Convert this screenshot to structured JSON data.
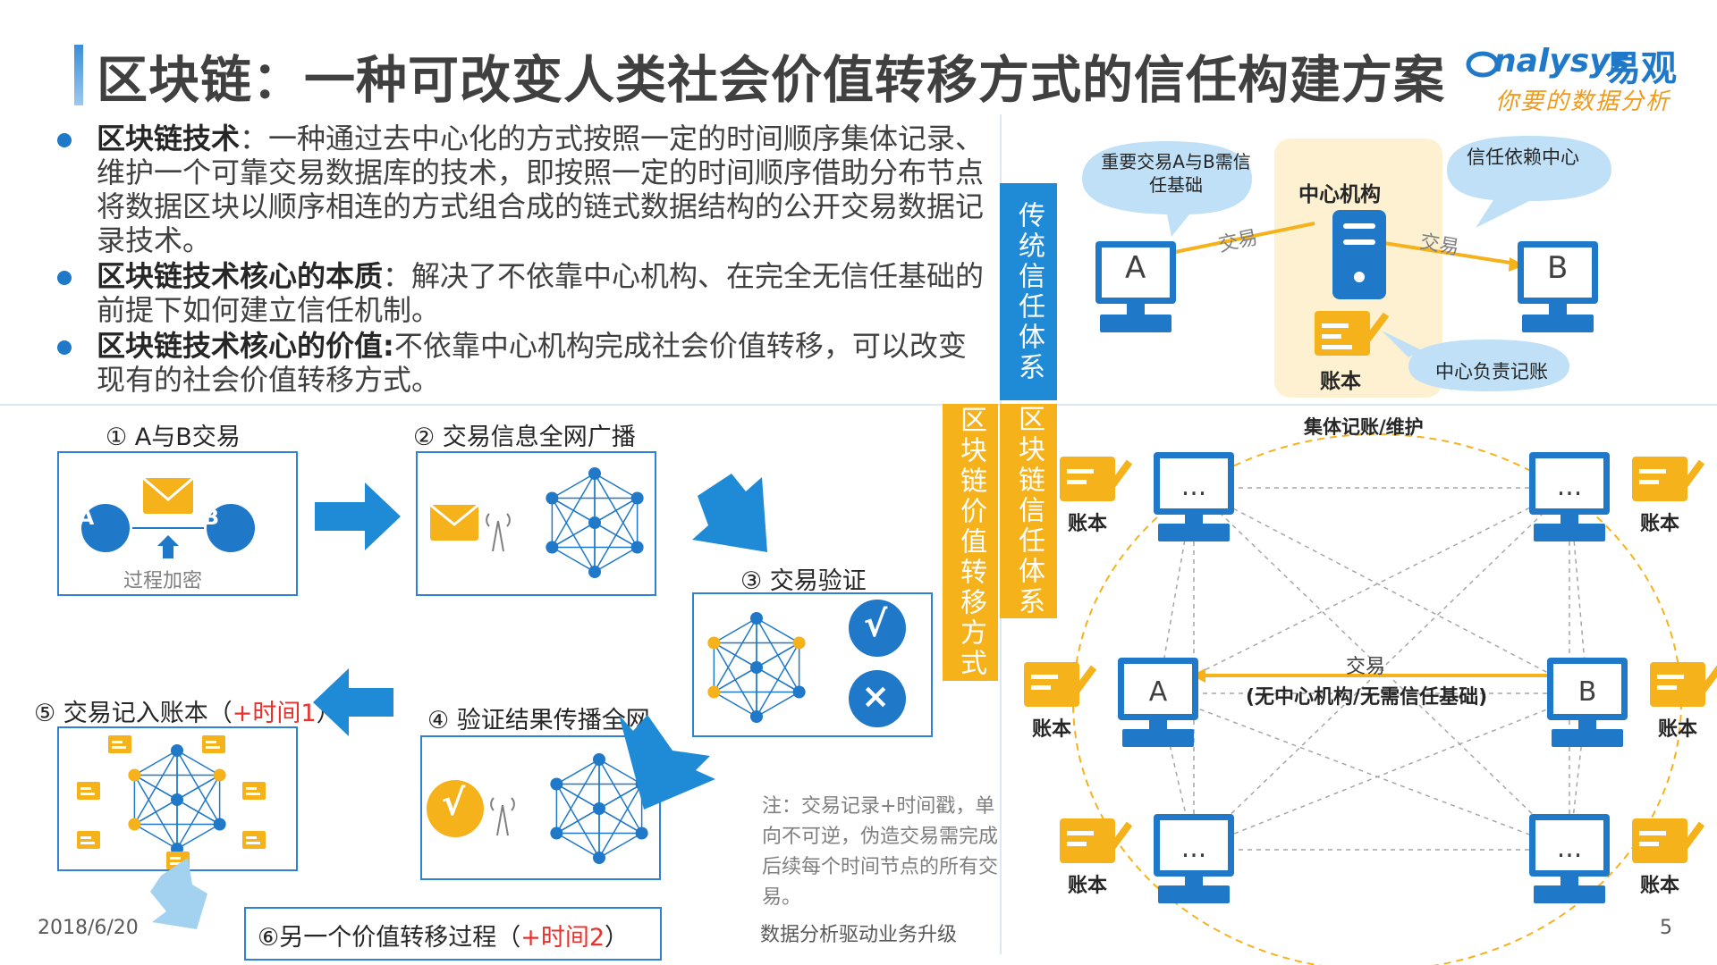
{
  "title": "区块链：一种可改变人类社会价值转移方式的信任构建方案",
  "logo": {
    "en": "nalysys",
    "cn": "易观",
    "sub": "你要的数据分析"
  },
  "bullets": [
    {
      "head": "区块链技术",
      "text": "：一种通过去中心化的方式按照一定的时间顺序集体记录、维护一个可靠交易数据库的技术，即按照一定的时间顺序借助分布节点将数据区块以顺序相连的方式组合成的链式数据结构的公开交易数据记录技术。"
    },
    {
      "head": "区块链技术核心的本质",
      "text": "：解决了不依靠中心机构、在完全无信任基础的前提下如何建立信任机制。"
    },
    {
      "head": "区块链技术核心的价值:",
      "text": "不依靠中心机构完成社会价值转移，可以改变现有的社会价值转移方式。"
    }
  ],
  "band_traditional": "传统信任体系",
  "band_blockchain_trust": "区块链信任体系",
  "band_blockchain_value": "区块链价值转移方式",
  "traditional": {
    "bubble_left": "重要交易A与B需信任基础",
    "bubble_right": "信任依赖中心",
    "bubble_bottom": "中心负责记账",
    "center_label": "中心机构",
    "ledger_label": "账本",
    "trade_left": "交易",
    "trade_right": "交易",
    "node_a": "A",
    "node_b": "B"
  },
  "blockchain": {
    "top_label": "集体记账/维护",
    "trade_label": "交易",
    "trade_note": "(无中心机构/无需信任基础)",
    "node_a": "A",
    "node_b": "B",
    "dots": "...",
    "ledger": "账本"
  },
  "steps": {
    "s1": "① A与B交易",
    "s1_note": "过程加密",
    "s1_a": "A",
    "s1_b": "B",
    "s2": "② 交易信息全网广播",
    "s3": "③ 交易验证",
    "s3_ok": "√",
    "s3_no": "×",
    "s4": "④ 验证结果传播全网",
    "s4_ok": "√",
    "s5_pre": "⑤ 交易记入账本（",
    "s5_red": "+时间1",
    "s5_post": "）",
    "s6_pre": "⑥另一个价值转移过程（",
    "s6_red": "+时间2",
    "s6_post": "）"
  },
  "note": "注：交易记录+时间戳，单向不可逆，伪造交易需完成后续每个时间节点的所有交易。",
  "footer": {
    "date": "2018/6/20",
    "center": "数据分析驱动业务升级",
    "page": "5"
  },
  "colors": {
    "blue": "#1f78c8",
    "orange": "#f5b21b",
    "band_blue": "#1f8bd6",
    "band_orange": "#f5b21b"
  }
}
